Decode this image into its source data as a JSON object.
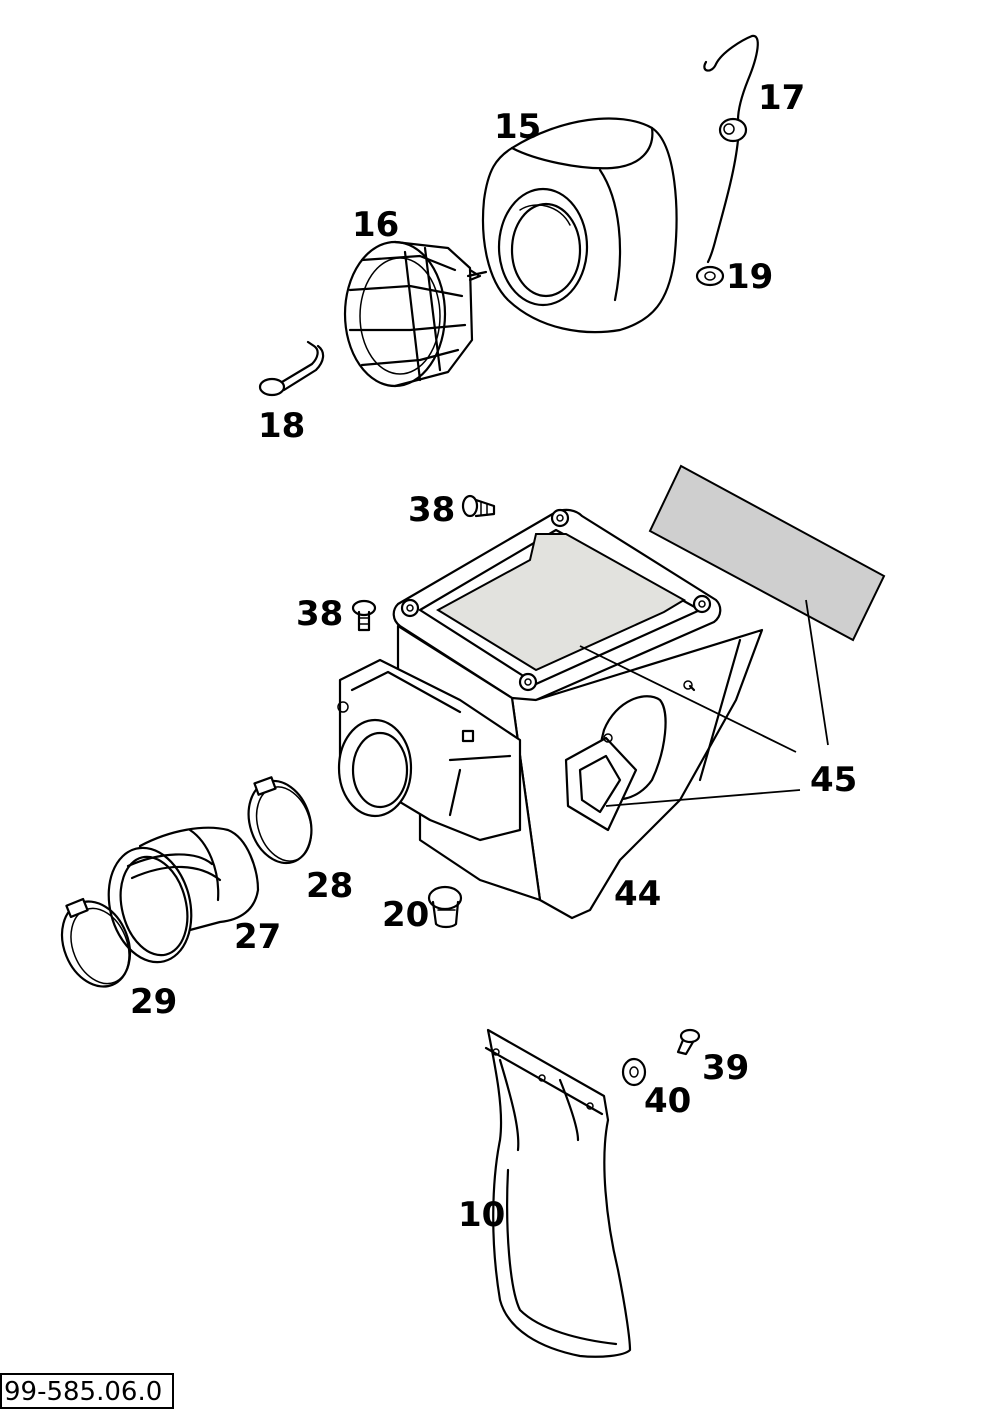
{
  "labels": {
    "p15": "15",
    "p16": "16",
    "p17": "17",
    "p18": "18",
    "p19": "19",
    "p38a": "38",
    "p38b": "38",
    "p45": "45",
    "p44": "44",
    "p28": "28",
    "p27": "27",
    "p29": "29",
    "p20": "20",
    "p39": "39",
    "p40": "40",
    "p10": "10"
  },
  "document_code": "99-585.06.0"
}
